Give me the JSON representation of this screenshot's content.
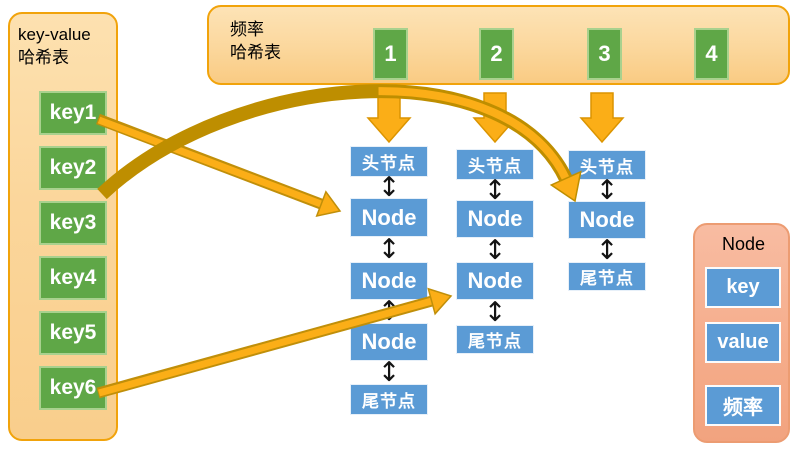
{
  "icons": {
    "updown_arrow": "↕"
  },
  "colors": {
    "panel_fill": "#FBD79C",
    "panel_border": "#F1A30B",
    "green": "#5FA747",
    "blue": "#5B9BD5",
    "salmon": "#F5AC8A",
    "arrow_bright": "#FBAE17",
    "arrow_dark": "#BE8E00"
  },
  "kv_panel": {
    "title_line1": "key-value",
    "title_line2": "哈希表",
    "keys": [
      "key1",
      "key2",
      "key3",
      "key4",
      "key5",
      "key6"
    ]
  },
  "freq_panel": {
    "title_line1": "频率",
    "title_line2": "哈希表",
    "buckets": [
      "1",
      "2",
      "3",
      "4"
    ]
  },
  "lists": [
    {
      "freq": "1",
      "nodes": [
        "头节点",
        "Node",
        "Node",
        "Node",
        "尾节点"
      ]
    },
    {
      "freq": "2",
      "nodes": [
        "头节点",
        "Node",
        "Node",
        "尾节点"
      ]
    },
    {
      "freq": "3",
      "nodes": [
        "头节点",
        "Node",
        "尾节点"
      ]
    }
  ],
  "node_panel": {
    "title": "Node",
    "fields": [
      "key",
      "value",
      "频率"
    ]
  }
}
